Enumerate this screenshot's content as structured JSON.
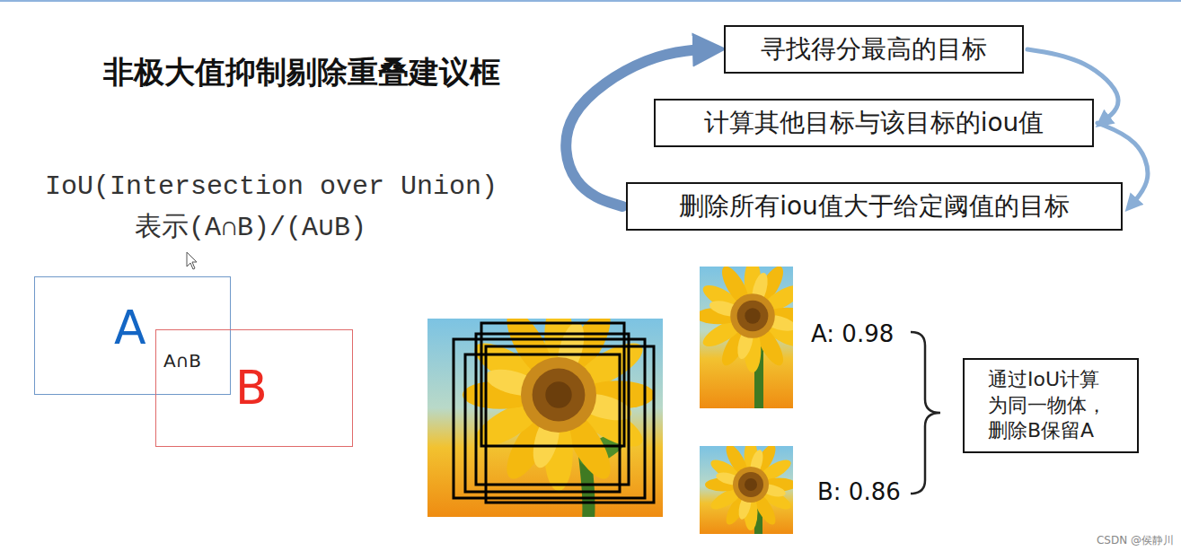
{
  "diagram": {
    "title": "非极大值抑制剔除重叠建议框",
    "nodes": [
      {
        "text": [
          "寻找得分最高的目标"
        ]
      },
      {
        "text": [
          "计算其他目标与该目标的iou值"
        ]
      },
      {
        "text": [
          "删除所有iou值大于给定阈值的目标"
        ]
      },
      {
        "text": [
          "A"
        ]
      },
      {
        "text": [
          "B"
        ]
      },
      {
        "text": [
          "通过IoU计算为同一物体，删除B保留A"
        ]
      }
    ],
    "edges": [
      {
        "from": 0,
        "to": 1,
        "arrow": "to"
      },
      {
        "from": 1,
        "to": 2,
        "arrow": "to"
      },
      {
        "from": 2,
        "to": 0,
        "arrow": "to"
      }
    ],
    "labels": [
      "IoU(Intersection over Union)",
      "表示(A∩B)/(A∪B)",
      "A∩B",
      "A: 0.98",
      "B: 0.86",
      "CSDN @侯静川"
    ]
  }
}
